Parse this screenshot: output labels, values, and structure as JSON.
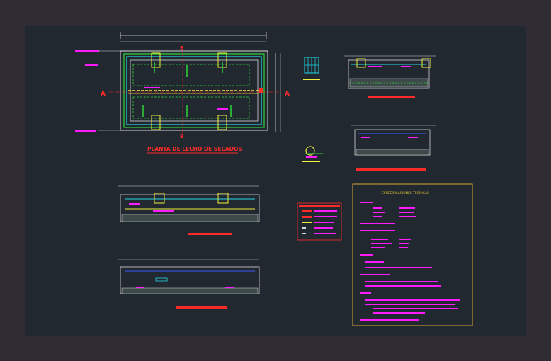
{
  "plan": {
    "title": "PLANTA DE LECHO DE SECADOS",
    "section_mark_a": "A",
    "section_mark_b": "B"
  },
  "specs": {
    "title": "ESPECIFICACIONES TECNICAS"
  },
  "colors": {
    "sheet_bg": "#212830",
    "outer_bg": "#302c33",
    "line_white": "#d8d8d8",
    "green": "#2fd63a",
    "cyan": "#22d8e8",
    "magenta": "#ff1aff",
    "yellow": "#f2ee3a",
    "red": "#ff2a2a",
    "blue": "#3a58ff",
    "orange_frame": "#d8a830"
  }
}
